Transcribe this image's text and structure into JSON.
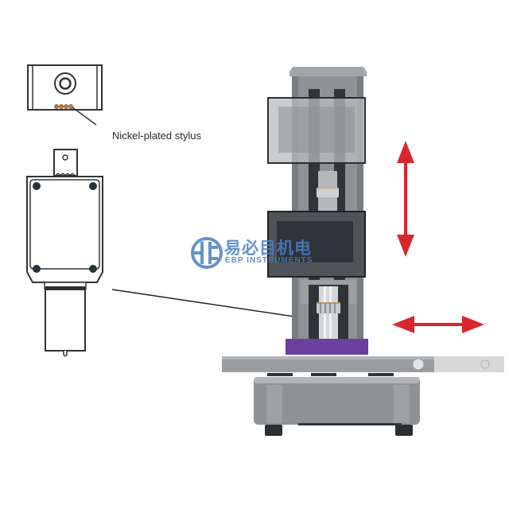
{
  "diagram": {
    "callout_label": "Nickel-plated stylus",
    "watermark": {
      "brand_cn": "易必目机电",
      "brand_en": "EBP INSTRUMENTS",
      "color": "#4a7fc4"
    },
    "colors": {
      "arrow": "#d9262c",
      "sample_block": "#6b3fa0",
      "machine_dark": "#3a3f44",
      "machine_mid": "#8a8d91",
      "machine_light": "#b7b9bc",
      "outline": "#2b2b2b"
    },
    "arrows": [
      {
        "name": "vertical-movement",
        "direction": "up-down"
      },
      {
        "name": "horizontal-movement",
        "direction": "left-right"
      }
    ]
  }
}
